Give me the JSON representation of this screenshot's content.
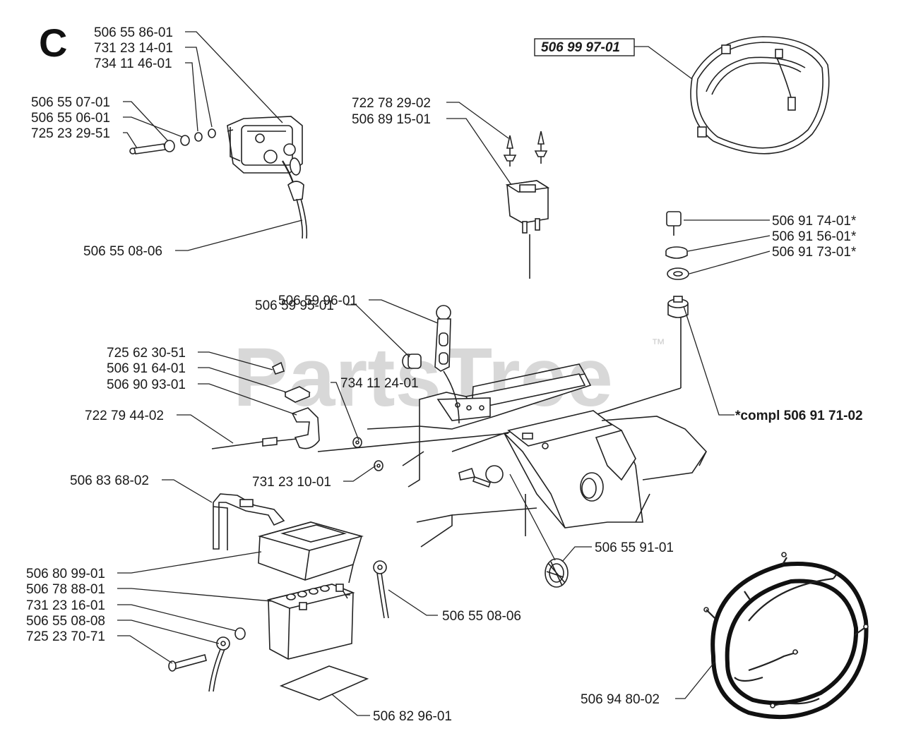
{
  "diagram": {
    "section_letter": "C",
    "watermark": "PartsTree",
    "watermark_tm": "™",
    "labels": {
      "solenoid": "506 55 86-01",
      "washer_a": "731 23 14-01",
      "washer_b": "734 11 46-01",
      "spacer_a": "506 55 07-01",
      "spacer_b": "506 55 06-01",
      "bolt_a": "725 23 29-51",
      "cable_top": "506 55 08-06",
      "rivet": "722 78 29-02",
      "switch_small": "506 89 15-01",
      "harness_top": "506 99 97-01",
      "key": "506 91 74-01*",
      "nut_ign": "506 91 56-01*",
      "washer_ign": "506 91 73-01*",
      "ignition_kit": "*compl 506 91 71-02",
      "lever": "506 59 96-01",
      "knob": "506 59 95-01",
      "screw_small": "725 62 30-51",
      "clip": "506 91 64-01",
      "clamp": "506 90 93-01",
      "nut_mid": "734 11 24-01",
      "pin": "722 79 44-02",
      "nut_low": "731 23 10-01",
      "strap": "506 83 68-02",
      "battery_cover": "506 80 99-01",
      "battery": "506 78 88-01",
      "nut_batt": "731 23 16-01",
      "cable_batt": "506 55 08-08",
      "bolt_batt": "725 23 70-71",
      "cable_pos": "506 55 08-06",
      "grommet": "506 55 91-01",
      "mat": "506 82 96-01",
      "harness_main": "506 94 80-02"
    }
  }
}
